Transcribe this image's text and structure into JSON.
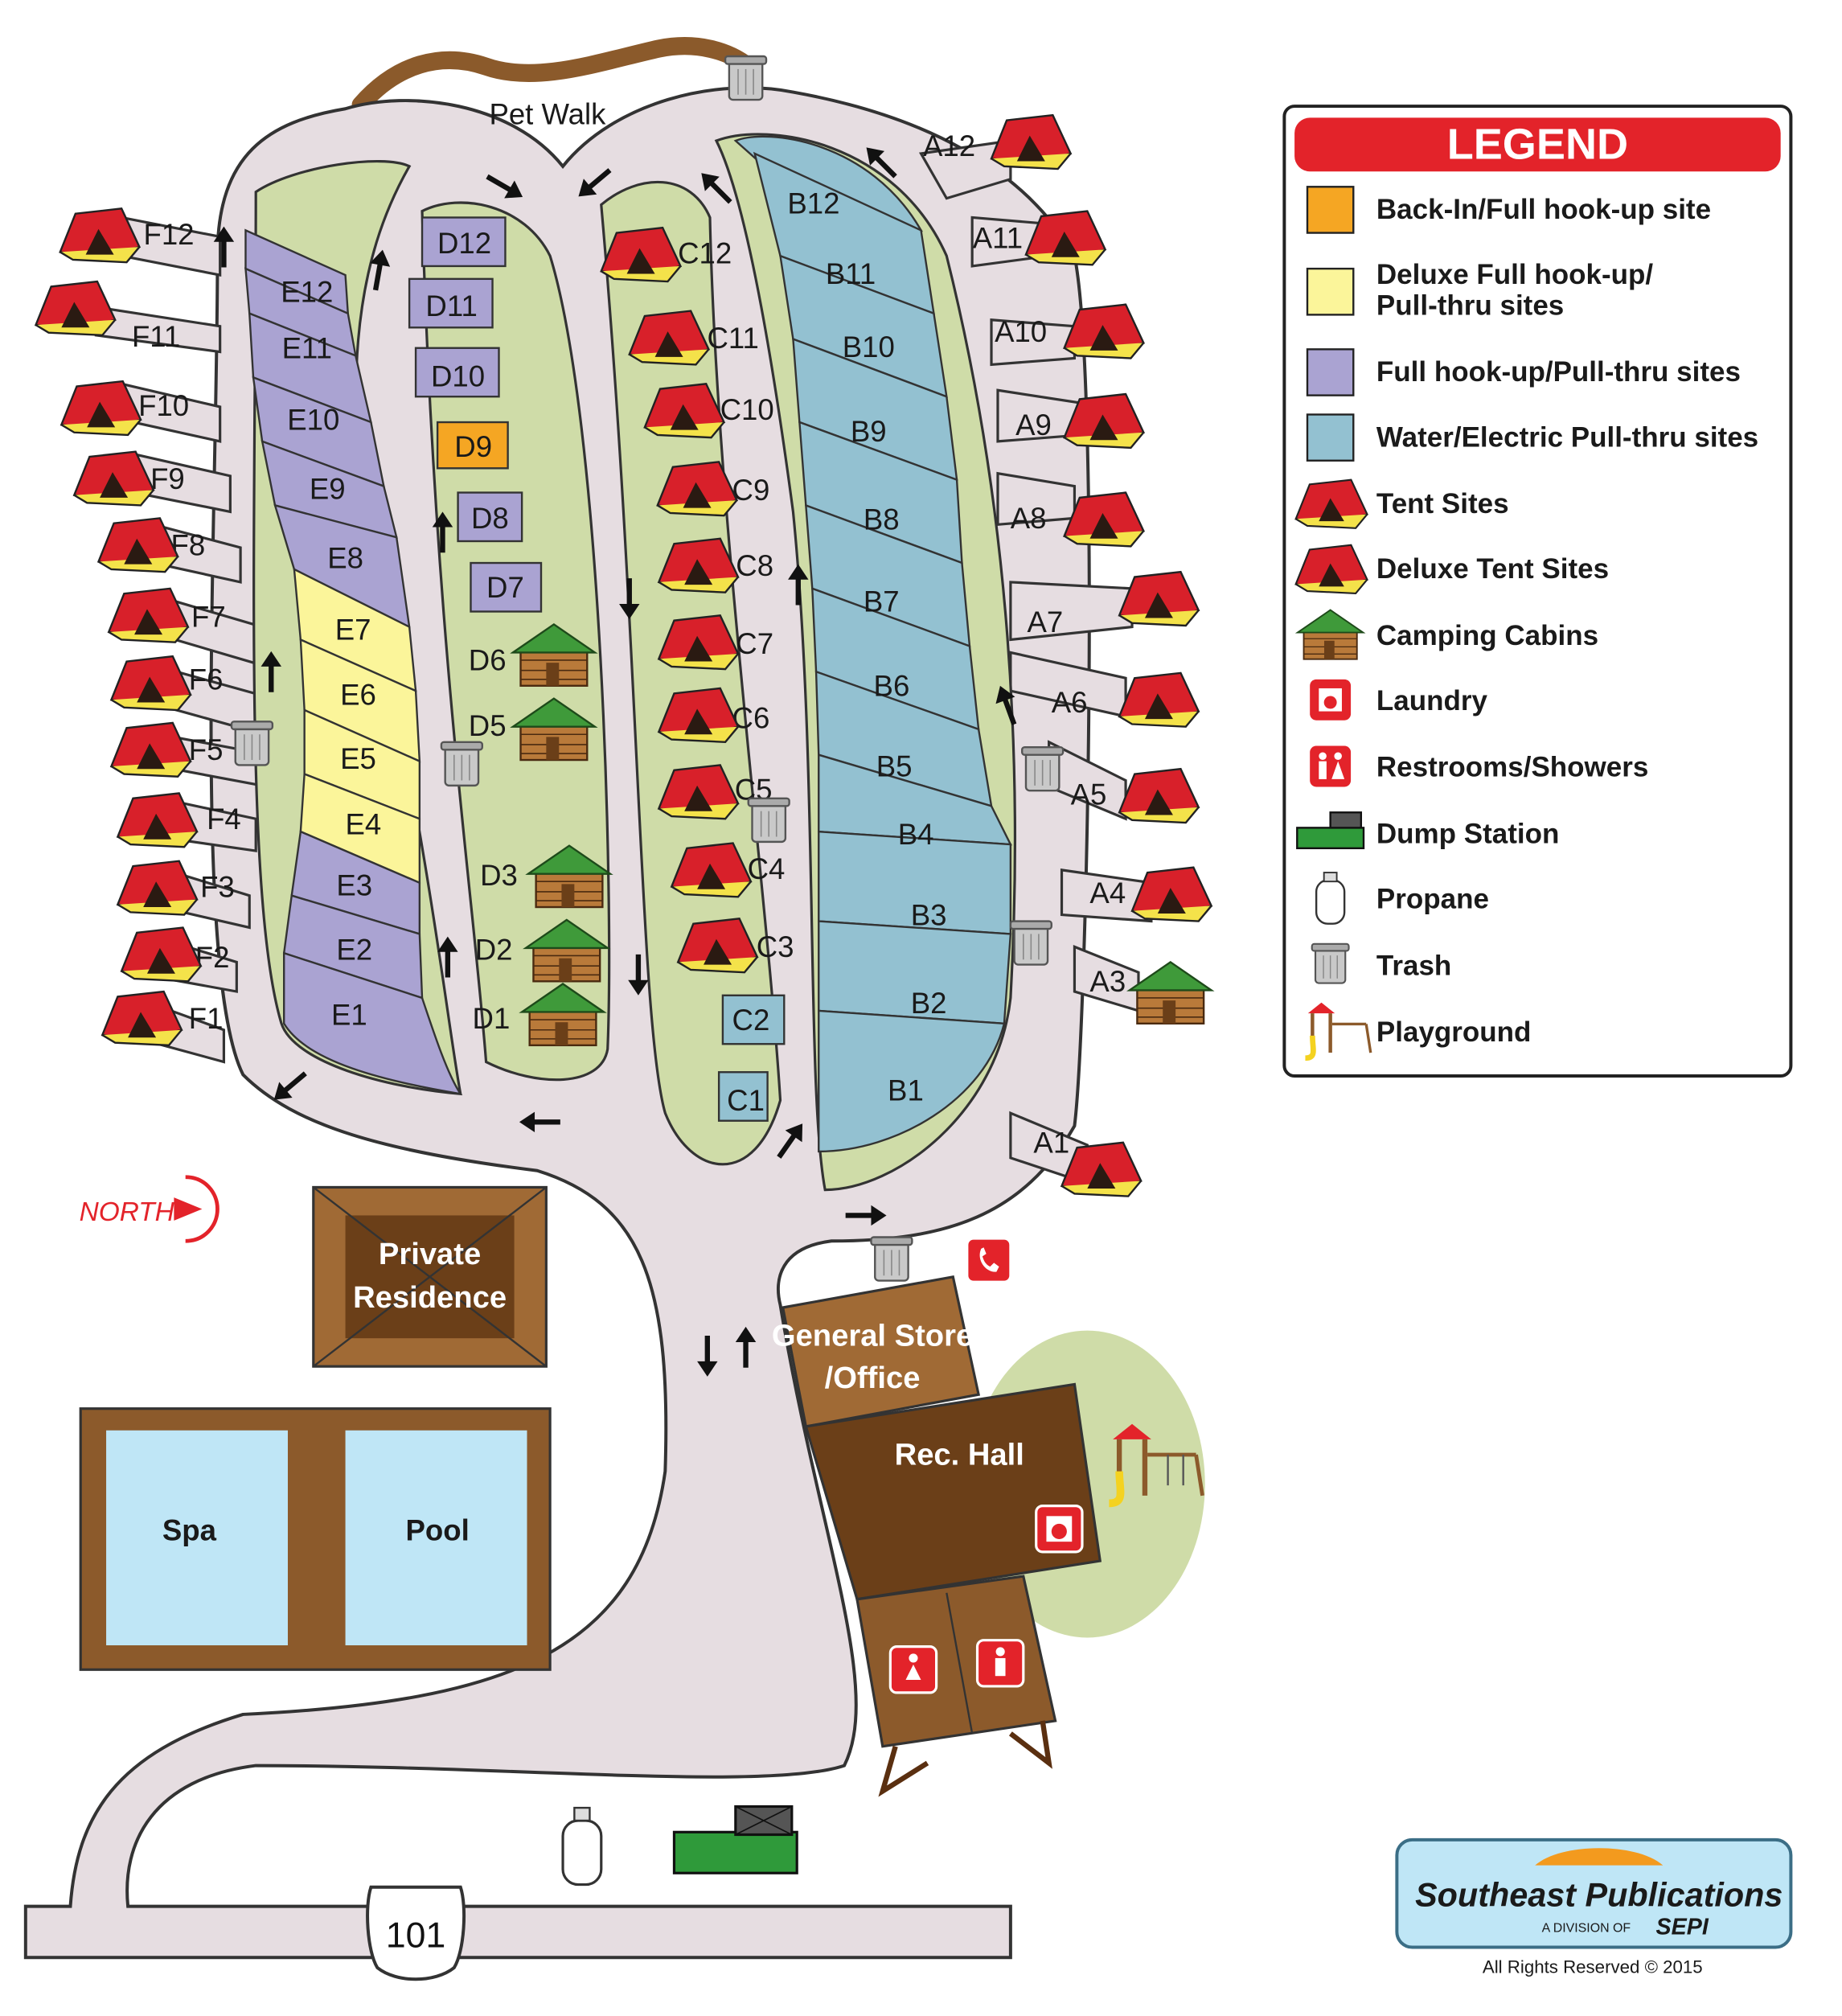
{
  "colors": {
    "road": "#e6dde1",
    "island": "#cfdca8",
    "back_in": "#f5a623",
    "deluxe": "#fbf59a",
    "full_hookup": "#aaa3d2",
    "water_electric": "#93c1d1",
    "building": "#8c5a2b",
    "water": "#bfe6f6",
    "legend_red": "#e3232a",
    "pet_walk": "#8b5a2b"
  },
  "labels": {
    "pet_walk": "Pet Walk",
    "north": "NORTH",
    "private_residence_1": "Private",
    "private_residence_2": "Residence",
    "general_store_1": "General Store",
    "general_store_2": "/Office",
    "rec_hall": "Rec. Hall",
    "spa": "Spa",
    "pool": "Pool",
    "highway": "101",
    "publisher": "Southeast Publications",
    "publisher_sub": "A DIVISION OF",
    "publisher_brand": "SEPI",
    "copyright": "All Rights Reserved © 2015"
  },
  "legend": {
    "title": "LEGEND",
    "items": [
      {
        "label": "Back-In/Full hook-up site",
        "icon": "orange-swatch"
      },
      {
        "label": "Deluxe Full hook-up/",
        "label2": "Pull-thru sites",
        "icon": "yellow-swatch"
      },
      {
        "label": "Full hook-up/Pull-thru sites",
        "icon": "purple-swatch"
      },
      {
        "label": "Water/Electric Pull-thru sites",
        "icon": "blue-swatch"
      },
      {
        "label": "Tent Sites",
        "icon": "tent-icon"
      },
      {
        "label": "Deluxe Tent Sites",
        "icon": "deluxe-tent-icon"
      },
      {
        "label": "Camping Cabins",
        "icon": "cabin-icon"
      },
      {
        "label": "Laundry",
        "icon": "laundry-icon"
      },
      {
        "label": "Restrooms/Showers",
        "icon": "restroom-icon"
      },
      {
        "label": "Dump Station",
        "icon": "dump-station-icon"
      },
      {
        "label": "Propane",
        "icon": "propane-icon"
      },
      {
        "label": "Trash",
        "icon": "trash-icon"
      },
      {
        "label": "Playground",
        "icon": "playground-icon"
      }
    ]
  },
  "sites": {
    "A": [
      "A1",
      "A3",
      "A4",
      "A5",
      "A6",
      "A7",
      "A8",
      "A9",
      "A10",
      "A11",
      "A12"
    ],
    "B": [
      "B1",
      "B2",
      "B3",
      "B4",
      "B5",
      "B6",
      "B7",
      "B8",
      "B9",
      "B10",
      "B11",
      "B12"
    ],
    "C": [
      "C1",
      "C2",
      "C3",
      "C4",
      "C5",
      "C6",
      "C7",
      "C8",
      "C9",
      "C10",
      "C11",
      "C12"
    ],
    "D": [
      "D1",
      "D2",
      "D3",
      "D5",
      "D6",
      "D7",
      "D8",
      "D9",
      "D10",
      "D11",
      "D12"
    ],
    "E": [
      "E1",
      "E2",
      "E3",
      "E4",
      "E5",
      "E6",
      "E7",
      "E8",
      "E9",
      "E10",
      "E11",
      "E12"
    ],
    "F": [
      "F1",
      "F2",
      "F3",
      "F4",
      "F5",
      "F6",
      "F7",
      "F8",
      "F9",
      "F10",
      "F11",
      "F12"
    ]
  }
}
